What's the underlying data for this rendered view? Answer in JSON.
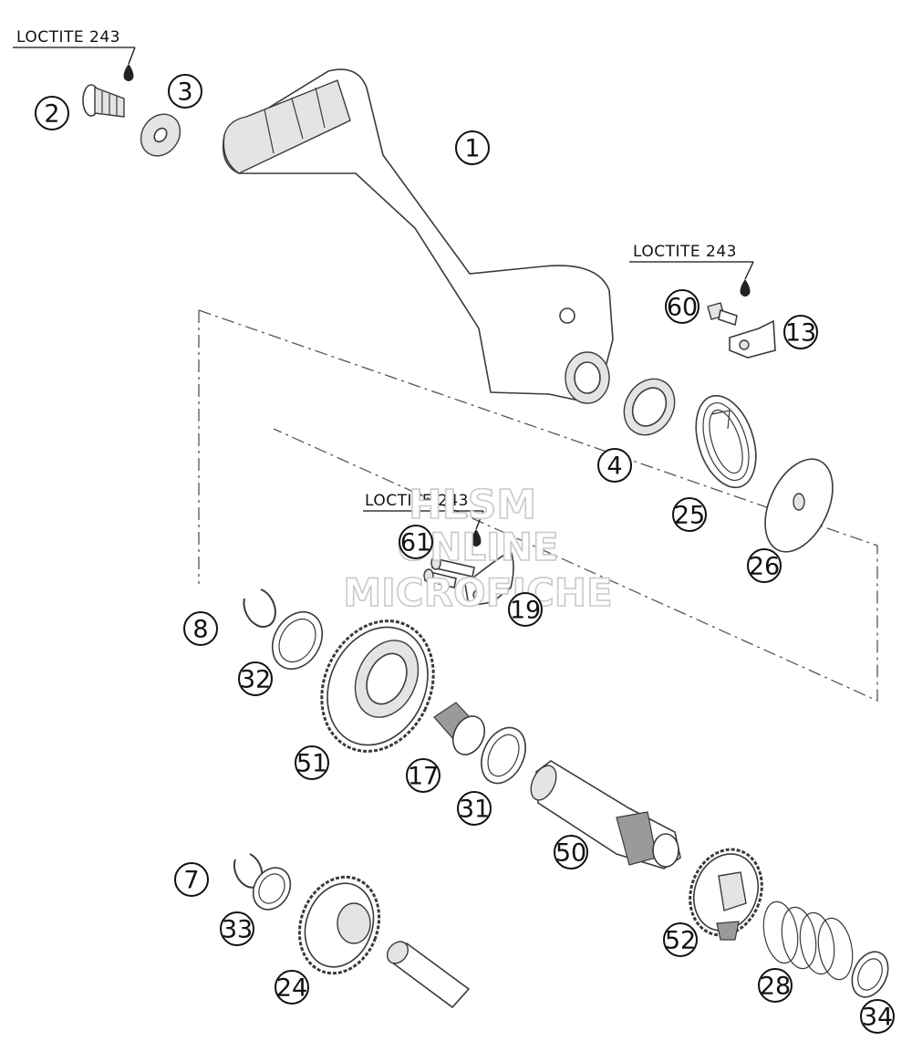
{
  "loctite_labels": [
    "LOCTITE 243",
    "LOCTITE 243",
    "LOCTITE 243"
  ],
  "callouts": {
    "c1": "1",
    "c2": "2",
    "c3": "3",
    "c4": "4",
    "c7": "7",
    "c8": "8",
    "c13": "13",
    "c17": "17",
    "c19": "19",
    "c24": "24",
    "c25": "25",
    "c26": "26",
    "c28": "28",
    "c31": "31",
    "c32": "32",
    "c33": "33",
    "c34": "34",
    "c50": "50",
    "c51": "51",
    "c52": "52",
    "c60": "60",
    "c61": "61"
  },
  "watermark": {
    "line1": "HLSM",
    "line2": "ONLINE",
    "line3": "MICROFICHE"
  }
}
